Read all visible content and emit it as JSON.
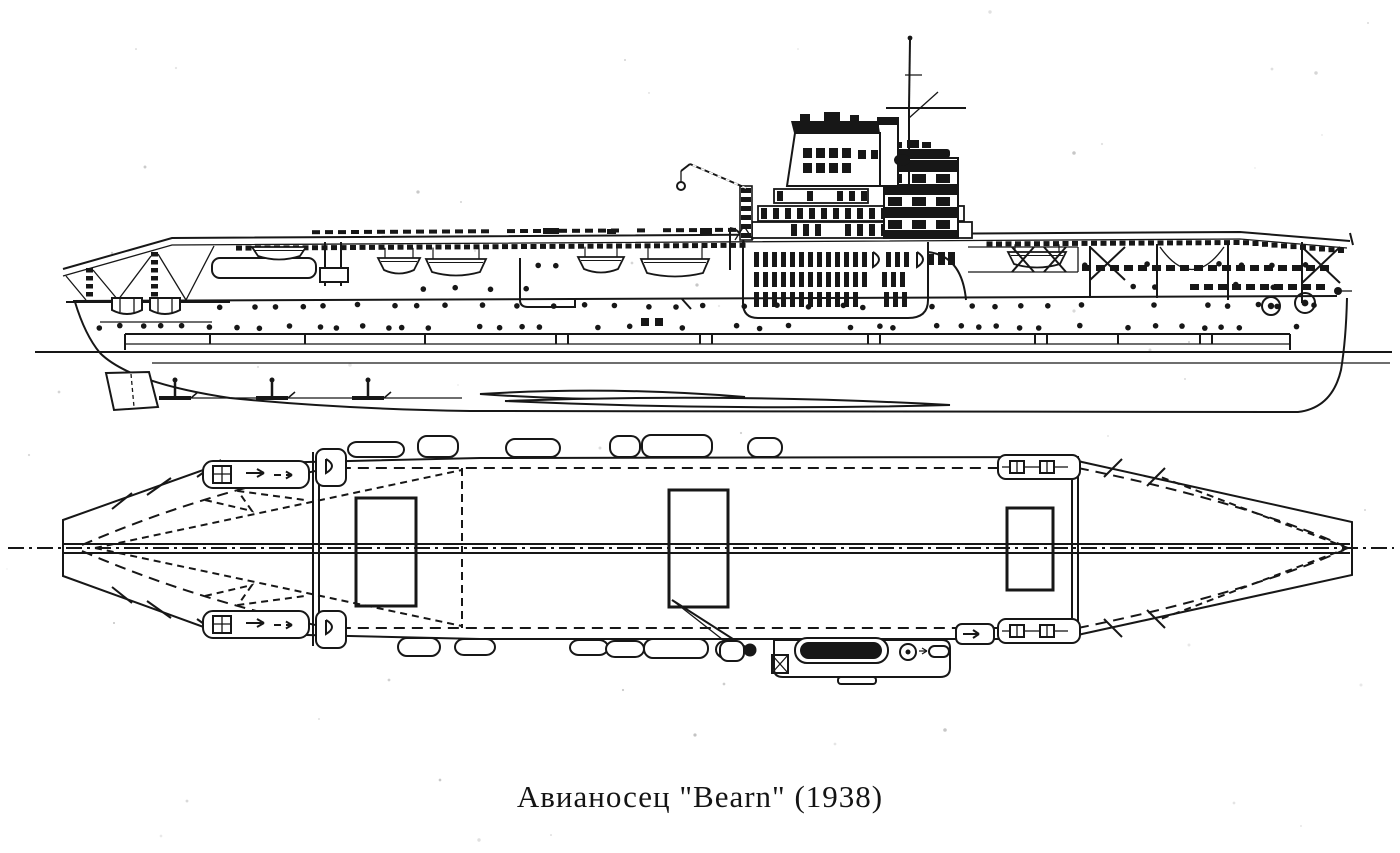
{
  "palette": {
    "paper": "#ffffff",
    "ink": "#171717"
  },
  "caption": {
    "text": "Авианосец \"Bearn\" (1938)"
  },
  "figure": {
    "subject": "Авианосец",
    "ship_name": "Bearn",
    "year": "1938",
    "views": [
      "side-elevation",
      "deck-plan"
    ]
  }
}
